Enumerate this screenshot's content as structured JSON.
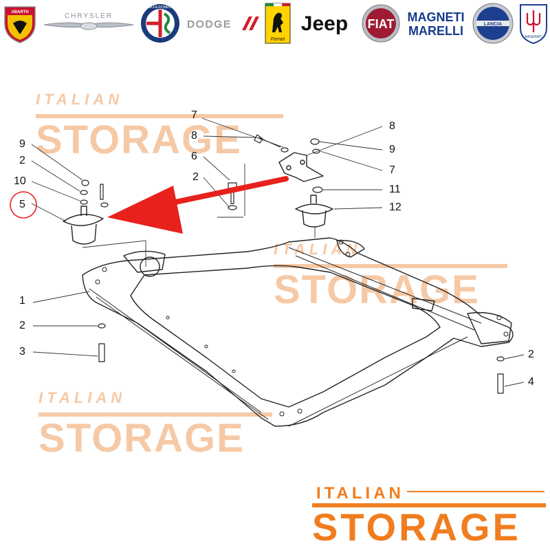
{
  "brands": [
    {
      "name": "Abarth",
      "label": "ABARTH"
    },
    {
      "name": "Chrysler",
      "label": "CHRYSLER"
    },
    {
      "name": "Alfa Romeo",
      "label": "ALFA ROMEO"
    },
    {
      "name": "Dodge",
      "label": "DODGE"
    },
    {
      "name": "Ferrari",
      "label": "Ferrari"
    },
    {
      "name": "Jeep",
      "label": "Jeep"
    },
    {
      "name": "Fiat",
      "label": "FIAT"
    },
    {
      "name": "Magneti Marelli",
      "line1": "MAGNETI",
      "line2": "MARELLI"
    },
    {
      "name": "Lancia",
      "label": "LANCIA"
    },
    {
      "name": "Maserati",
      "label": "MASERATI"
    }
  ],
  "watermark": {
    "top_word": "ITALIAN",
    "bottom_word": "STORAGE",
    "color": "#f6c9a6"
  },
  "footer_logo": {
    "top_word": "ITALIAN",
    "bottom_word": "STORAGE",
    "color": "#f07d1f"
  },
  "callouts": {
    "c1": "1",
    "c2a": "2",
    "c2b": "2",
    "c2c": "2",
    "c2d": "2",
    "c3": "3",
    "c4": "4",
    "c5": "5",
    "c6": "6",
    "c7a": "7",
    "c7b": "7",
    "c8a": "8",
    "c8b": "8",
    "c9a": "9",
    "c9b": "9",
    "c10": "10",
    "c11": "11",
    "c12": "12"
  },
  "highlight": {
    "target_part": "5",
    "arrow_color": "#e8211d",
    "circle_color": "#e8211d"
  }
}
